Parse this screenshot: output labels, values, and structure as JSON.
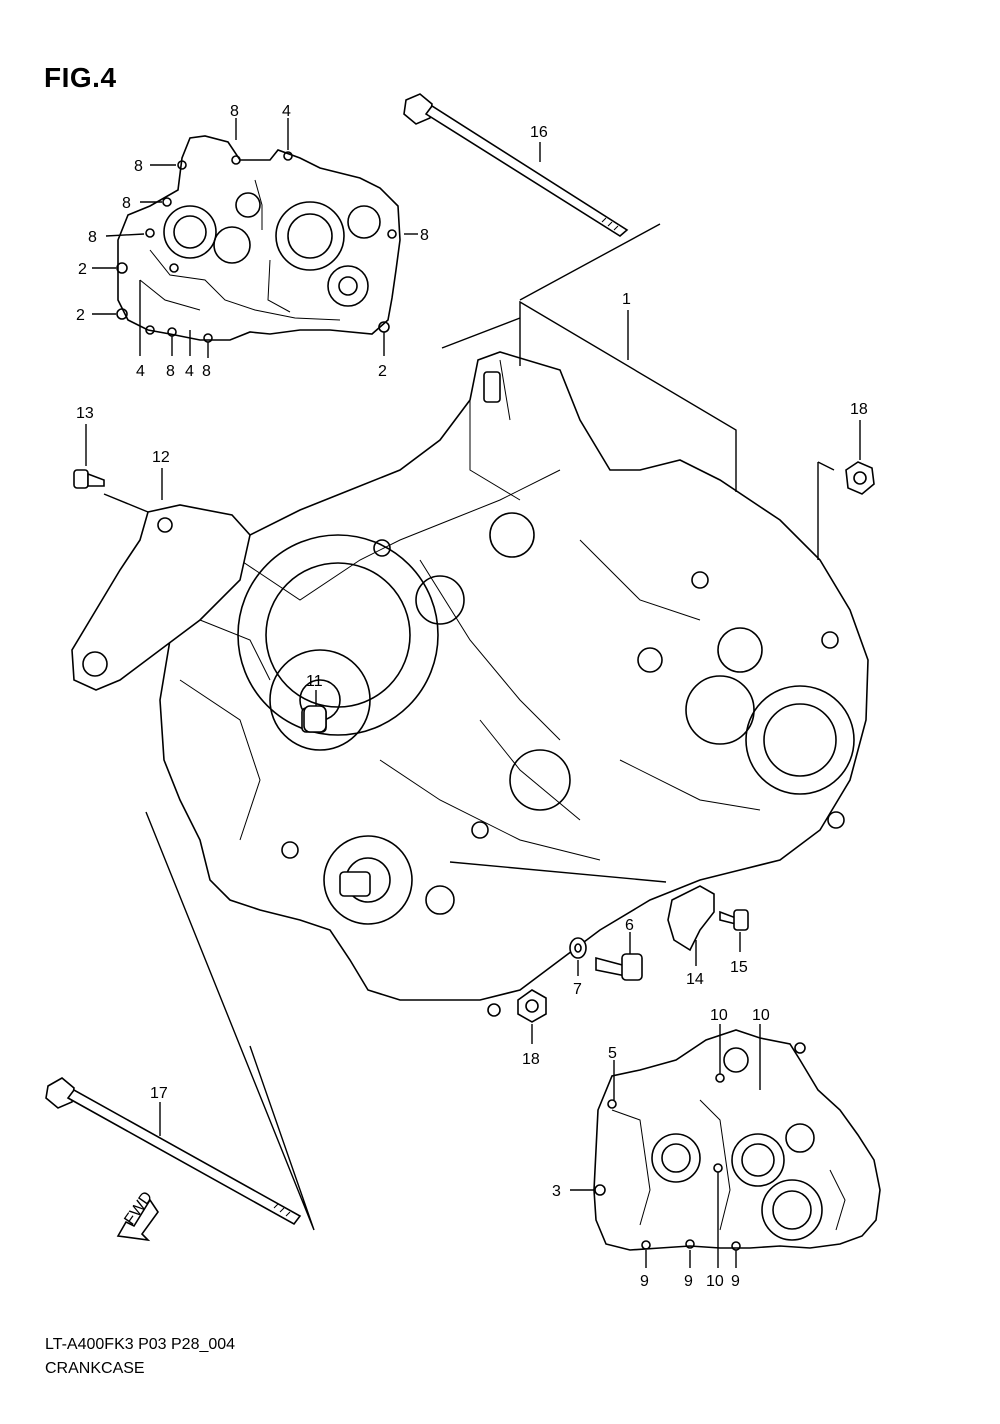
{
  "figure": {
    "title": "FIG.4",
    "model_code": "LT-A400FK3  P03  P28_004",
    "section_name": "CRANKCASE",
    "fwd_label": "FWD"
  },
  "callouts": [
    {
      "id": "c1",
      "label": "1"
    },
    {
      "id": "c2a",
      "label": "2"
    },
    {
      "id": "c2b",
      "label": "2"
    },
    {
      "id": "c2c",
      "label": "2"
    },
    {
      "id": "c3",
      "label": "3"
    },
    {
      "id": "c4a",
      "label": "4"
    },
    {
      "id": "c4b",
      "label": "4"
    },
    {
      "id": "c4c",
      "label": "4"
    },
    {
      "id": "c5",
      "label": "5"
    },
    {
      "id": "c6",
      "label": "6"
    },
    {
      "id": "c7",
      "label": "7"
    },
    {
      "id": "c8a",
      "label": "8"
    },
    {
      "id": "c8b",
      "label": "8"
    },
    {
      "id": "c8c",
      "label": "8"
    },
    {
      "id": "c8d",
      "label": "8"
    },
    {
      "id": "c8e",
      "label": "8"
    },
    {
      "id": "c8f",
      "label": "8"
    },
    {
      "id": "c8g",
      "label": "8"
    },
    {
      "id": "c9a",
      "label": "9"
    },
    {
      "id": "c9b",
      "label": "9"
    },
    {
      "id": "c9c",
      "label": "9"
    },
    {
      "id": "c10a",
      "label": "10"
    },
    {
      "id": "c10b",
      "label": "10"
    },
    {
      "id": "c10c",
      "label": "10"
    },
    {
      "id": "c11",
      "label": "11"
    },
    {
      "id": "c12",
      "label": "12"
    },
    {
      "id": "c13",
      "label": "13"
    },
    {
      "id": "c14",
      "label": "14"
    },
    {
      "id": "c15",
      "label": "15"
    },
    {
      "id": "c16",
      "label": "16"
    },
    {
      "id": "c17",
      "label": "17"
    },
    {
      "id": "c18a",
      "label": "18"
    },
    {
      "id": "c18b",
      "label": "18"
    }
  ]
}
